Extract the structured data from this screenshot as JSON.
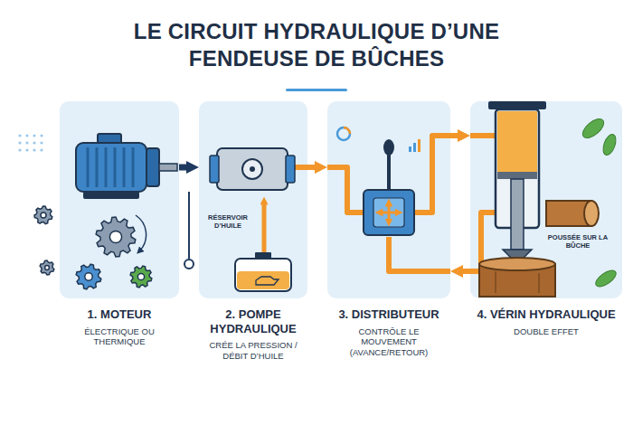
{
  "diagram": {
    "title": "LE CIRCUIT HYDRAULIQUE D’UNE FENDEUSE DE BÛCHES",
    "nodes": [
      {
        "text": [
          "1. MOTEUR",
          "ÉLECTRIQUE OU THERMIQUE"
        ]
      },
      {
        "text": [
          "2. POMPE HYDRAULIQUE",
          "CRÉE LA PRESSION / DÉBIT D’HUILE"
        ]
      },
      {
        "text": [
          "3. DISTRIBUTEUR",
          "CONTRÔLE LE MOUVEMENT (AVANCE/RETOUR)"
        ]
      },
      {
        "text": [
          "4. VÉRIN HYDRAULIQUE",
          "DOUBLE EFFET"
        ]
      }
    ],
    "edges": [
      {
        "from": 0,
        "to": 1,
        "arrow": "to"
      },
      {
        "from": 1,
        "to": 2,
        "arrow": "to"
      },
      {
        "from": 2,
        "to": 3,
        "arrow": "to"
      },
      {
        "from": 3,
        "to": 2,
        "arrow": "to"
      }
    ],
    "labels": [
      "RÉSERVOIR D’HUILE",
      "POUSSÉE SUR LA BÛCHE"
    ]
  }
}
